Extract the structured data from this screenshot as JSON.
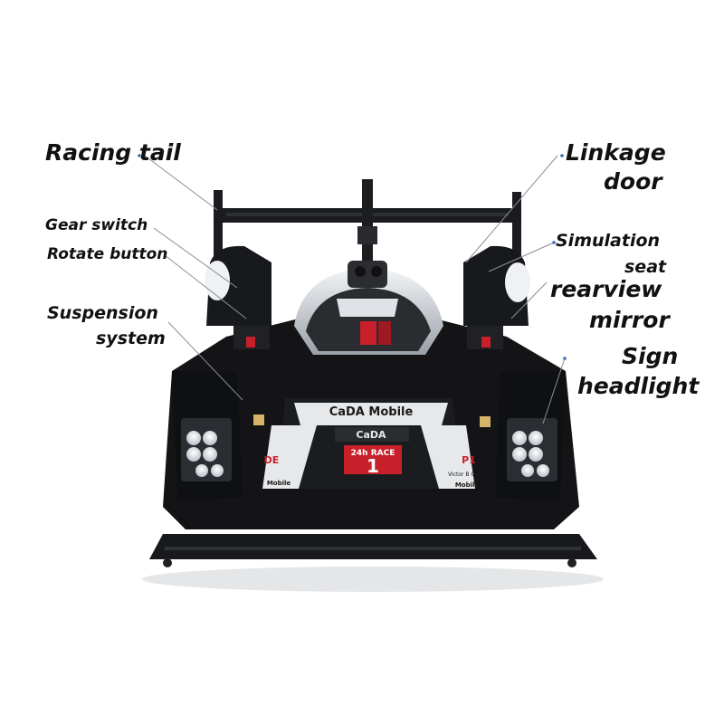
{
  "labels": {
    "racing_tail": "Racing tail",
    "linkage_door_1": "Linkage",
    "linkage_door_2": "door",
    "gear_switch": "Gear switch",
    "rotate_button": "Rotate button",
    "simulation_seat_1": "Simulation",
    "simulation_seat_2": "seat",
    "rearview_mirror_1": "rearview",
    "rearview_mirror_2": "mirror",
    "suspension_system_1": "Suspension",
    "suspension_system_2": "system",
    "sign_headlight_1": "Sign",
    "sign_headlight_2": "headlight"
  },
  "decals": {
    "sponsor": "CaDA Mobile",
    "brand": "CaDA",
    "race": "24h RACE",
    "number": "1",
    "left_tag": "DE",
    "right_tag": "P1",
    "side_brand": "Victor B CaDA",
    "side_sponsor": "Mobile"
  },
  "colors": {
    "body": "#141416",
    "trim": "#e6e8ea",
    "accent": "#c8202a",
    "leader": "#8a8f96",
    "dot": "#3a6fb0"
  }
}
